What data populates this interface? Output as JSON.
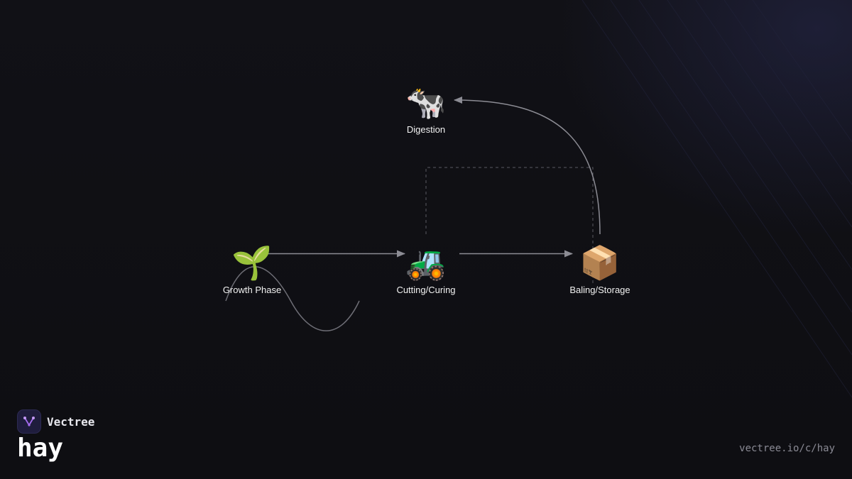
{
  "brand": {
    "name": "Vectree",
    "logo_icon": "vectree-logo-icon",
    "logo_bg": "#1f1d3d",
    "logo_accent": "#a56cf0"
  },
  "page": {
    "title": "hay",
    "url": "vectree.io/c/hay"
  },
  "diagram": {
    "nodes": [
      {
        "id": "growth",
        "label": "Growth Phase",
        "icon": "🌱",
        "icon_name": "seedling-icon"
      },
      {
        "id": "cutting",
        "label": "Cutting/Curing",
        "icon": "🚜",
        "icon_name": "tractor-icon"
      },
      {
        "id": "baling",
        "label": "Baling/Storage",
        "icon": "📦",
        "icon_name": "package-icon"
      },
      {
        "id": "digestion",
        "label": "Digestion",
        "icon": "🐄",
        "icon_name": "cow-icon"
      }
    ],
    "edges": [
      {
        "from": "growth",
        "to": "cutting",
        "style": "solid-arrow"
      },
      {
        "from": "cutting",
        "to": "baling",
        "style": "solid-arrow"
      },
      {
        "from": "baling",
        "to": "digestion",
        "style": "curved-arrow"
      },
      {
        "from": "cutting",
        "to": "baling",
        "style": "dashed-bracket"
      },
      {
        "from": "growth",
        "to": "cutting",
        "style": "curved-loop"
      }
    ],
    "colors": {
      "edge": "#8c8c94",
      "dashed": "#5a5a62",
      "label": "#f2f2f2"
    }
  }
}
